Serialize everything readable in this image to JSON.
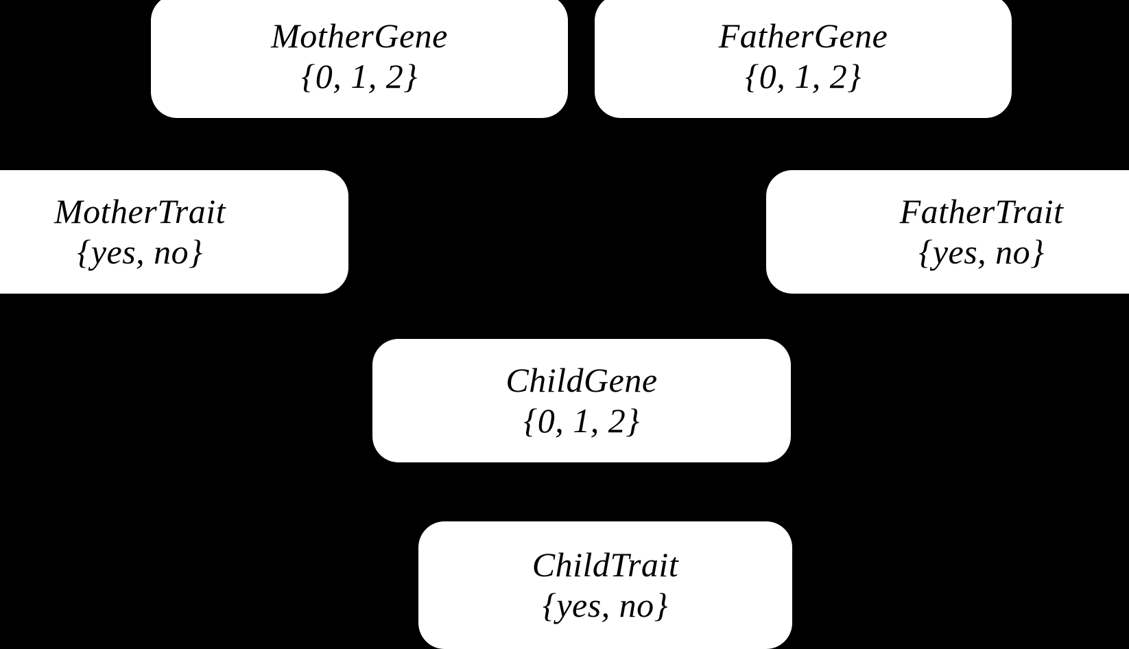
{
  "diagram": {
    "type": "bayesian-network",
    "title": "",
    "background_color": "#000000",
    "node_fill_color": "#ffffff",
    "node_text_color": "#000000",
    "nodes": [
      {
        "id": "mother-gene",
        "label": "MotherGene",
        "domain": "{0, 1, 2}"
      },
      {
        "id": "father-gene",
        "label": "FatherGene",
        "domain": "{0, 1, 2}"
      },
      {
        "id": "mother-trait",
        "label": "MotherTrait",
        "domain": "{yes, no}"
      },
      {
        "id": "father-trait",
        "label": "FatherTrait",
        "domain": "{yes, no}"
      },
      {
        "id": "child-gene",
        "label": "ChildGene",
        "domain": "{0, 1, 2}"
      },
      {
        "id": "child-trait",
        "label": "ChildTrait",
        "domain": "{yes, no}"
      }
    ]
  }
}
